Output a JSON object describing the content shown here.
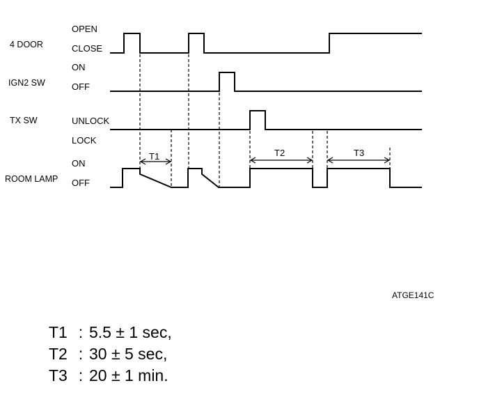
{
  "signals": [
    {
      "name": "4 DOOR",
      "states": [
        "OPEN",
        "CLOSE"
      ]
    },
    {
      "name": "IGN2 SW",
      "states": [
        "ON",
        "OFF"
      ]
    },
    {
      "name": "TX SW",
      "states": [
        "UNLOCK",
        "LOCK"
      ]
    },
    {
      "name": "ROOM LAMP",
      "states": [
        "ON",
        "OFF"
      ]
    }
  ],
  "intervals": [
    "T1",
    "T2",
    "T3"
  ],
  "figure_code": "ATGE141C",
  "specs": [
    {
      "name": "T1",
      "separator": ":",
      "value": "5.5 ± 1 sec,"
    },
    {
      "name": "T2",
      "separator": ":",
      "value": "30 ± 5 sec,"
    },
    {
      "name": "T3",
      "separator": ":",
      "value": "20 ± 1 min."
    }
  ]
}
